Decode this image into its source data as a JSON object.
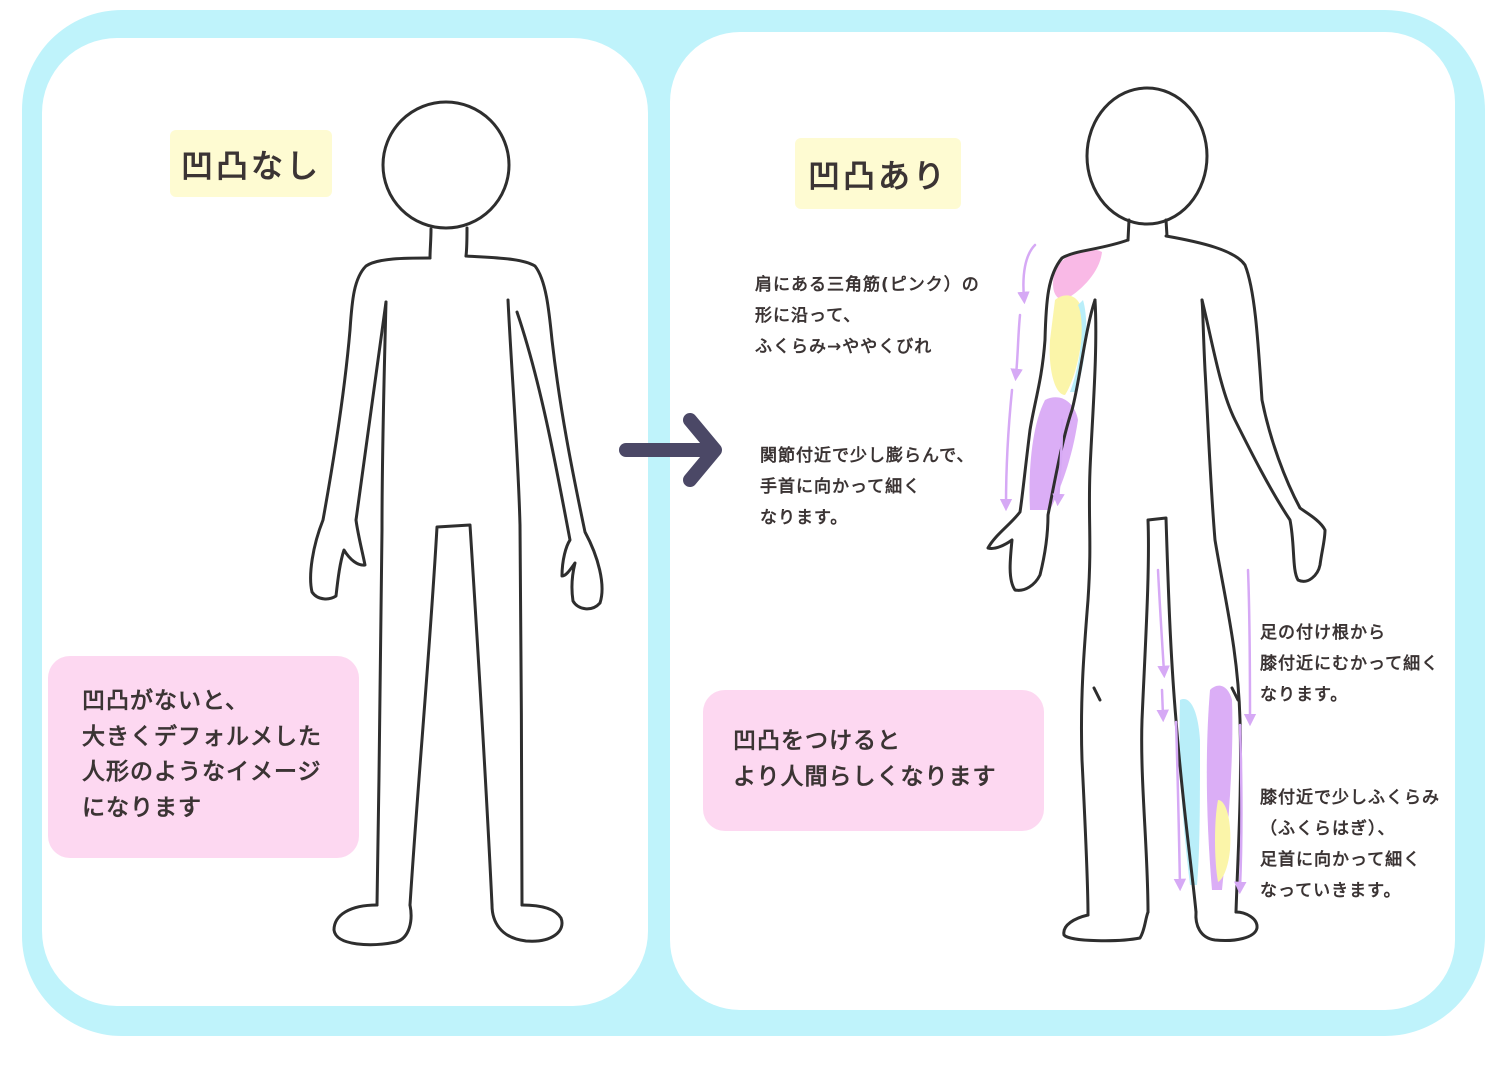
{
  "panels": {
    "left": {
      "label": "凹凸なし",
      "caption_lines": [
        "凹凸がないと、",
        "大きくデフォルメした",
        "人形のようなイメージ",
        "になります"
      ]
    },
    "right": {
      "label": "凹凸あり",
      "caption_lines": [
        "凹凸をつけると",
        "より人間らしくなります"
      ],
      "notes": {
        "shoulder": [
          "肩にある三角筋(ピンク）の",
          "形に沿って、",
          "ふくらみ→ややくびれ"
        ],
        "arm": [
          "関節付近で少し膨らんで、",
          "手首に向かって細く",
          "なります。"
        ],
        "thigh": [
          "足の付け根から",
          "膝付近にむかって細く",
          "なります。"
        ],
        "calf": [
          "膝付近で少しふくらみ",
          "（ふくらはぎ）、",
          "足首に向かって細く",
          "なっていきます。"
        ]
      }
    }
  },
  "icons": {
    "transition_arrow": "right-arrow-icon",
    "guide_arrows": "down-arrow-icon"
  },
  "colors": {
    "frame": "#bff3fb",
    "panel": "#ffffff",
    "label_bg": "#fefbd2",
    "caption_bg": "#fdd8f1",
    "text": "#3b3434",
    "arrow": "#4b4866",
    "outline": "#2e2e2e",
    "muscle_pink": "#f9b9e6",
    "muscle_yellow": "#fbf5a9",
    "muscle_cyan": "#b9eef9",
    "muscle_purple": "#dbaef6",
    "guide_arrow": "#d6a9f5"
  }
}
